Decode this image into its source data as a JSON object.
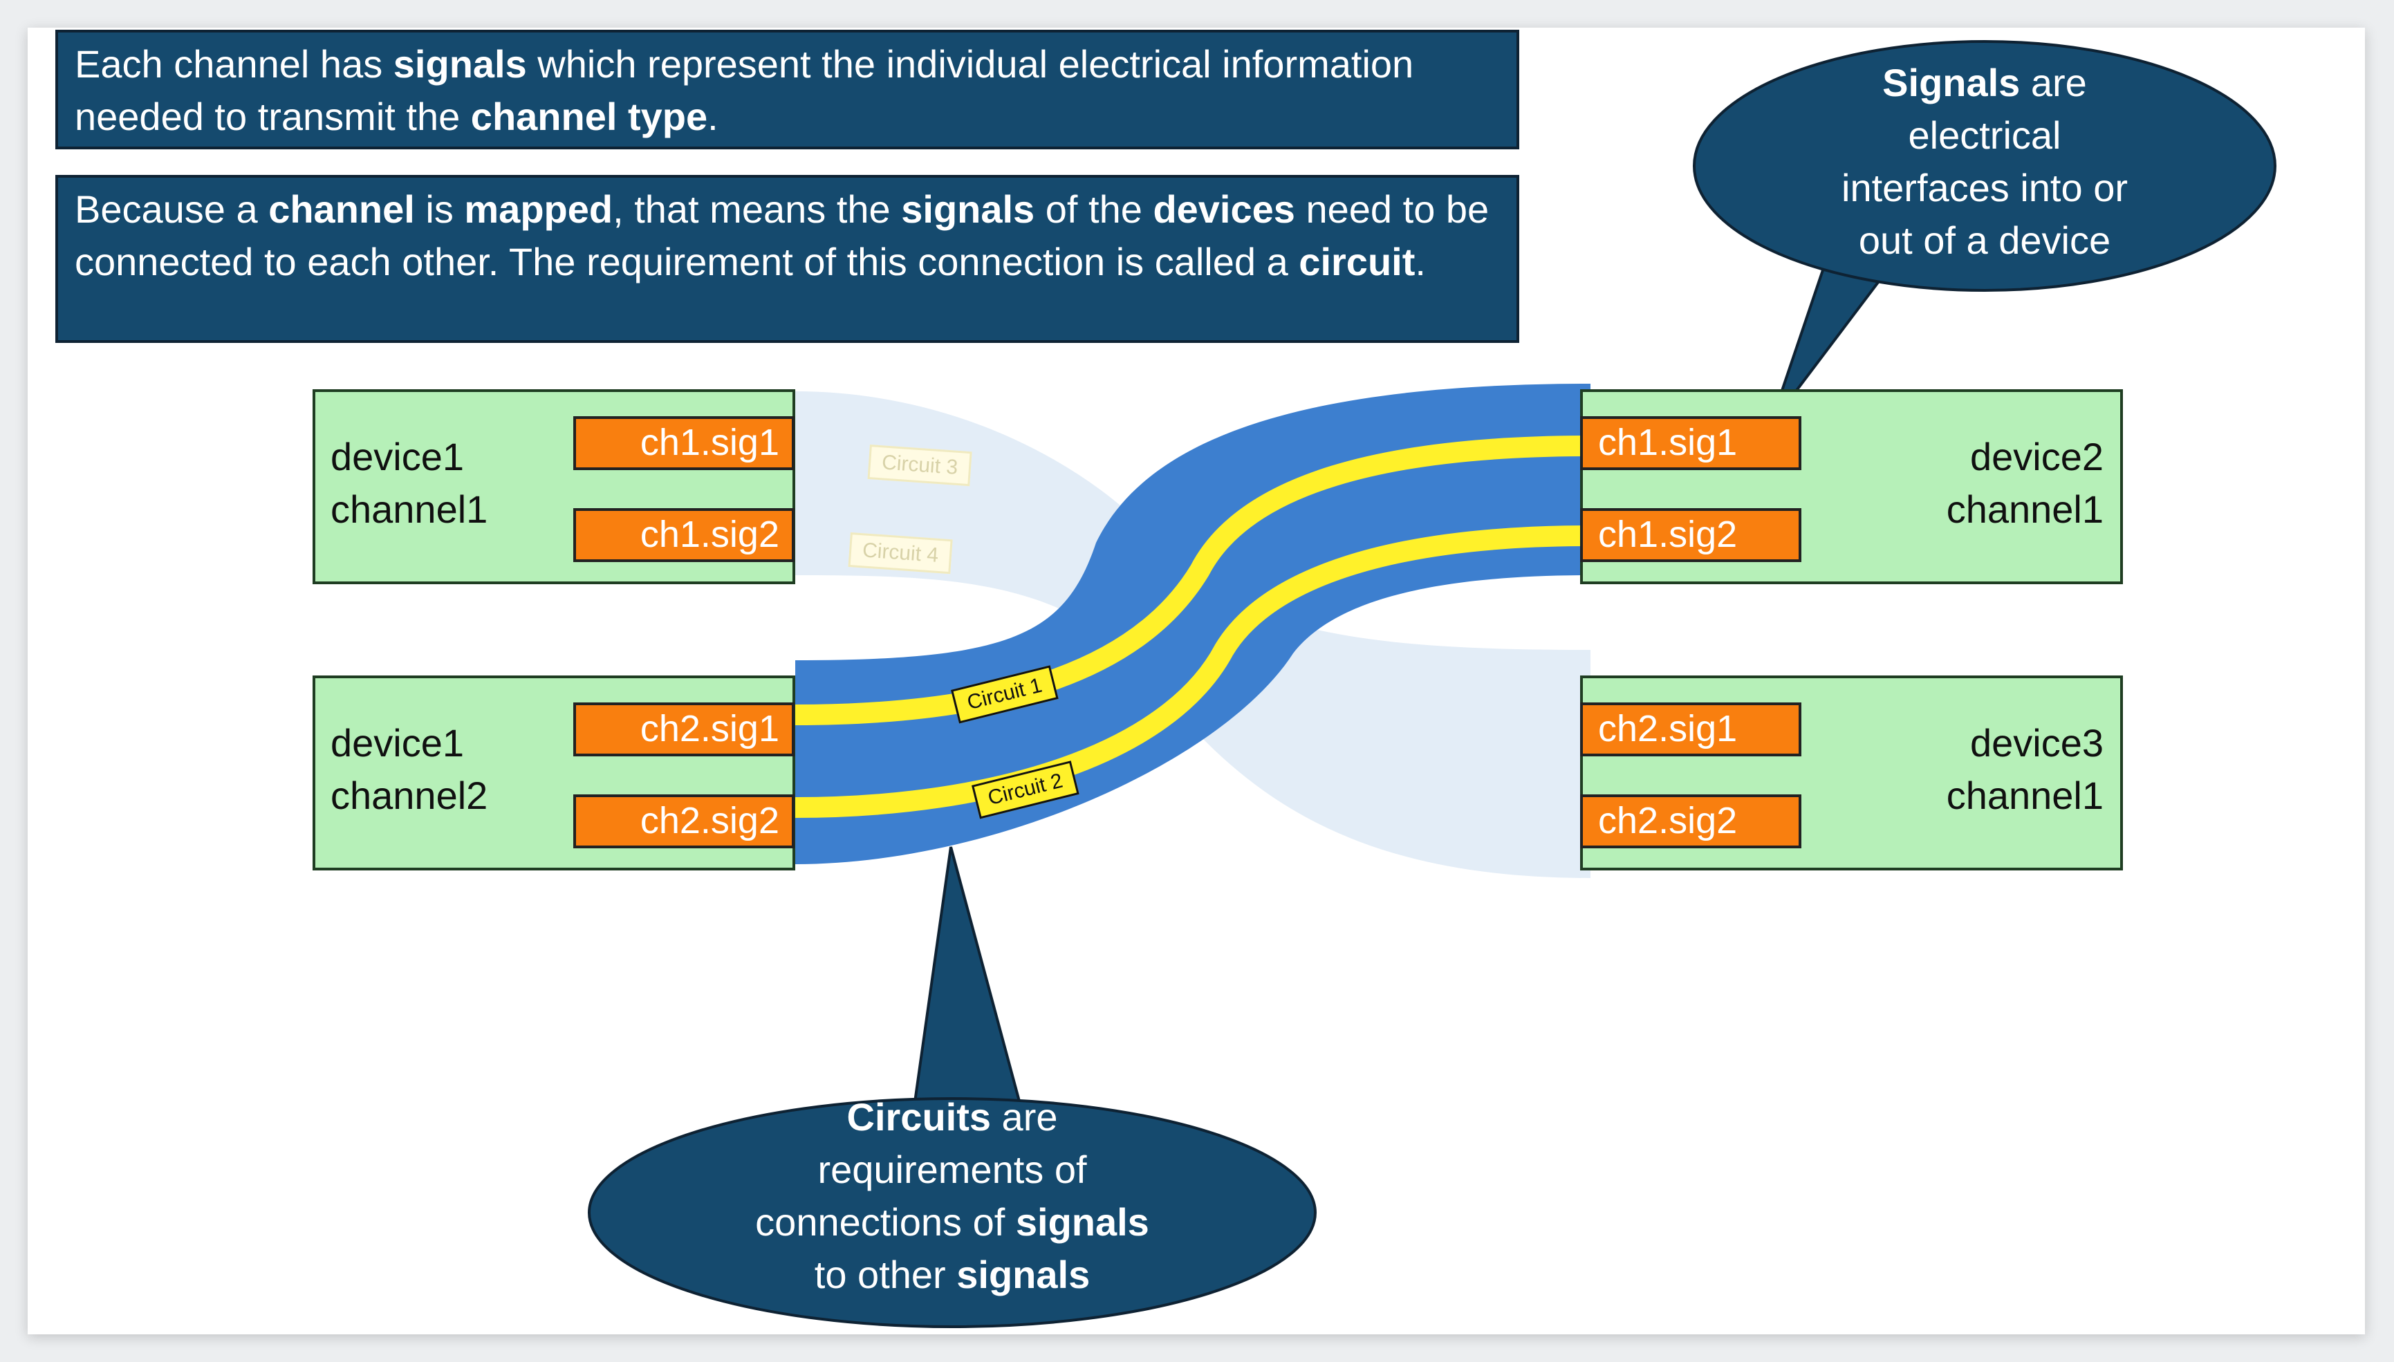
{
  "info_box_1": {
    "parts": [
      "Each channel has ",
      "signals",
      " which represent the individual electrical information needed to transmit the ",
      "channel type",
      "."
    ]
  },
  "info_box_2": {
    "parts": [
      "Because a ",
      "channel",
      " is ",
      "mapped",
      ", that means the ",
      "signals",
      " of the ",
      "devices",
      " need to be connected to each other. The requirement of this connection is called a ",
      "circuit",
      "."
    ]
  },
  "devices": [
    {
      "line1": "device1",
      "line2": "channel1",
      "signals": [
        "ch1.sig1",
        "ch1.sig2"
      ]
    },
    {
      "line1": "device1",
      "line2": "channel2",
      "signals": [
        "ch2.sig1",
        "ch2.sig2"
      ]
    },
    {
      "line1": "device2",
      "line2": "channel1",
      "signals": [
        "ch1.sig1",
        "ch1.sig2"
      ]
    },
    {
      "line1": "device3",
      "line2": "channel1",
      "signals": [
        "ch2.sig1",
        "ch2.sig2"
      ]
    }
  ],
  "circuits": {
    "active": [
      "Circuit 1",
      "Circuit 2"
    ],
    "faded": [
      "Circuit 3",
      "Circuit 4"
    ]
  },
  "callout_signals": {
    "lines": [
      [
        "Signals",
        " are"
      ],
      [
        "electrical"
      ],
      [
        "interfaces into or"
      ],
      [
        "out of a device"
      ]
    ]
  },
  "callout_circuits": {
    "lines": [
      [
        "Circuits",
        " are"
      ],
      [
        "requirements of"
      ],
      [
        "connections of ",
        "signals"
      ],
      [
        "to other ",
        "signals"
      ]
    ]
  },
  "colors": {
    "navy": "#154a6e",
    "device_fill": "#b6f0b8",
    "signal_fill": "#f97f0f",
    "band_blue": "#3d7fcf",
    "band_faded": "#e3edf7",
    "circuit_yellow": "#fff12a"
  }
}
